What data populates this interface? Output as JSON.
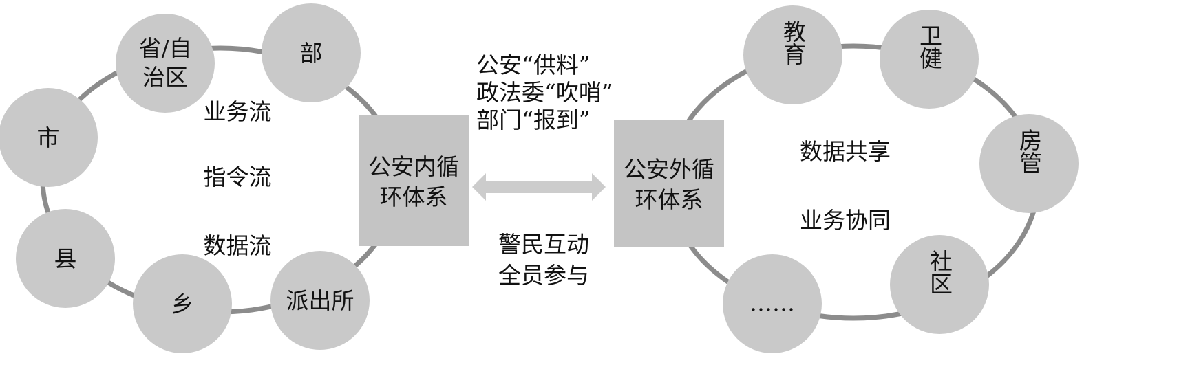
{
  "inner_loop": {
    "title_lines": [
      "公安内循",
      "环体系"
    ],
    "nodes": [
      [
        "省/自",
        "治区"
      ],
      [
        "部"
      ],
      [
        "市"
      ],
      [
        "县"
      ],
      [
        "乡"
      ],
      [
        "派出所"
      ]
    ],
    "flows": [
      "业务流",
      "指令流",
      "数据流"
    ]
  },
  "outer_loop": {
    "title_lines": [
      "公安外循",
      "环体系"
    ],
    "nodes": [
      [
        "教育"
      ],
      [
        "卫健"
      ],
      [
        "房管"
      ],
      [
        "社区"
      ],
      [
        "……"
      ]
    ],
    "flows": [
      "数据共享",
      "业务协同"
    ]
  },
  "link": {
    "top_lines": [
      "公安“供料”",
      "政法委“吹哨”",
      "部门“报到”"
    ],
    "bottom_lines": [
      "警民互动",
      "全员参与"
    ]
  },
  "colors": {
    "node": "#c9c9c9",
    "ring": "#8c8c8c",
    "box": "#c4c4c4",
    "arrow": "#cccccc"
  }
}
